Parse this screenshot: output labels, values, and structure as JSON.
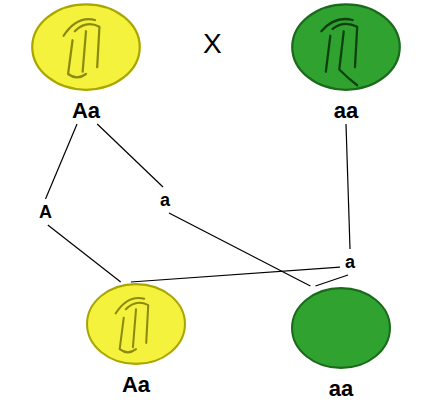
{
  "diagram": {
    "nodes": [
      {
        "text": [
          "Aa"
        ]
      },
      {
        "text": [
          "aa"
        ]
      },
      {
        "text": [
          "A"
        ]
      },
      {
        "text": [
          "a"
        ]
      },
      {
        "text": [
          "a"
        ]
      },
      {
        "text": [
          "Aa"
        ]
      },
      {
        "text": [
          "aa"
        ]
      }
    ],
    "edges": [
      {
        "from": 0,
        "to": 2,
        "arrow": "none"
      },
      {
        "from": 0,
        "to": 3,
        "arrow": "none"
      },
      {
        "from": 1,
        "to": 4,
        "arrow": "none"
      },
      {
        "from": 2,
        "to": 5,
        "arrow": "none"
      },
      {
        "from": 4,
        "to": 5,
        "arrow": "none"
      },
      {
        "from": 3,
        "to": 6,
        "arrow": "none"
      },
      {
        "from": 4,
        "to": 6,
        "arrow": "none"
      }
    ],
    "labels": [
      "X"
    ]
  }
}
